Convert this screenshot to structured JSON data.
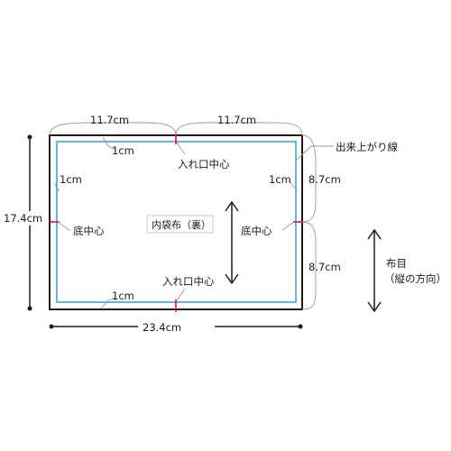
{
  "pattern": {
    "piece_name": "内袋布（裏）",
    "finish_line_label": "出来上がり線",
    "grain_label_line1": "布目",
    "grain_label_line2": "（縦の方向）",
    "width_total": "23.4cm",
    "height_total": "17.4cm",
    "top_half_left": "11.7cm",
    "top_half_right": "11.7cm",
    "right_upper": "8.7cm",
    "right_lower": "8.7cm",
    "seam_top": "1cm",
    "seam_left": "1cm",
    "seam_right": "1cm",
    "seam_bottom": "1cm",
    "opening_center_top": "入れ口中心",
    "opening_center_bottom": "入れ口中心",
    "bottom_center_left": "底中心",
    "bottom_center_right": "底中心"
  },
  "colors": {
    "outline": "#231815",
    "finish_line": "#3aa6d0",
    "center_mark": "#e4007f",
    "leader": "#9a9a9a"
  }
}
